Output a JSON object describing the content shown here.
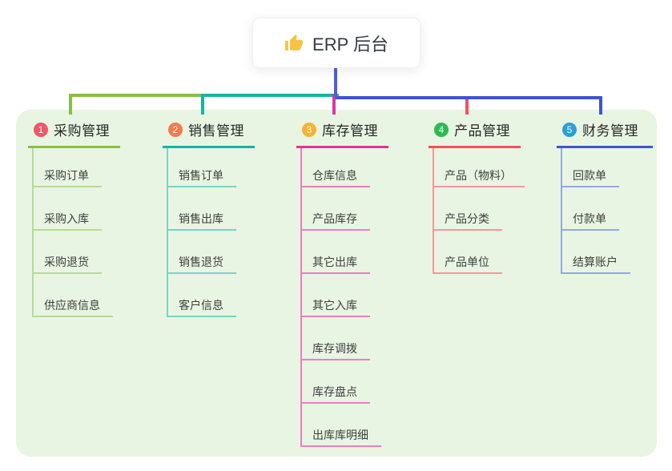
{
  "root_node": {
    "label": "ERP 后台",
    "icon": "thumbs-up-icon",
    "icon_color": "#f6c445",
    "connector_color": "#4f5fd4"
  },
  "board": {
    "background": "#e8f5e2"
  },
  "branches": [
    {
      "badge": "1",
      "badge_color": "#f2566a",
      "line_color": "#89bf44",
      "child_line_color": "#b8da98",
      "title": "采购管理",
      "children": [
        "采购订单",
        "采购入库",
        "采购退货",
        "供应商信息"
      ]
    },
    {
      "badge": "2",
      "badge_color": "#f67a4d",
      "line_color": "#16b3a8",
      "child_line_color": "#7bd2c7",
      "title": "销售管理",
      "children": [
        "销售订单",
        "销售出库",
        "销售退货",
        "客户信息"
      ]
    },
    {
      "badge": "3",
      "badge_color": "#f8b334",
      "line_color": "#de35a0",
      "child_line_color": "#f07cc4",
      "title": "库存管理",
      "children": [
        "仓库信息",
        "产品库存",
        "其它出库",
        "其它入库",
        "库存调拨",
        "库存盘点",
        "出库库明细"
      ]
    },
    {
      "badge": "4",
      "badge_color": "#2eba53",
      "line_color": "#f4515e",
      "child_line_color": "#f8959c",
      "title": "产品管理",
      "children": [
        "产品（物料）",
        "产品分类",
        "产品单位"
      ]
    },
    {
      "badge": "5",
      "badge_color": "#2a9fd8",
      "line_color": "#3d55d0",
      "child_line_color": "#93a8e2",
      "title": "财务管理",
      "children": [
        "回款单",
        "付款单",
        "结算账户"
      ]
    }
  ]
}
